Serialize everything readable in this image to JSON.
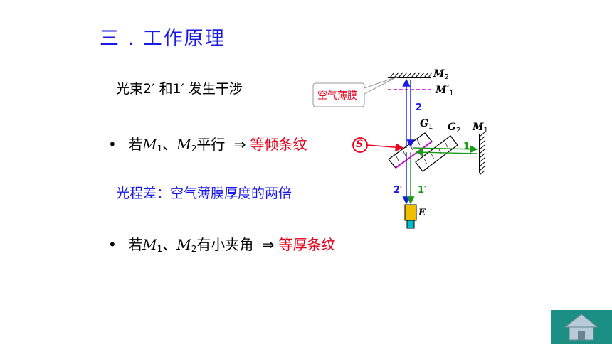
{
  "title": "三 .  工作原理",
  "line1": "光束2′ 和1′ 发生干涉",
  "bullet1": {
    "dot": "•",
    "prefix": "若",
    "m1": "M",
    "m1_sub": "1",
    "sep": "、",
    "m2": "M",
    "m2_sub": "2",
    "condition": "平行",
    "arrow": "⇒",
    "result": "等倾条纹"
  },
  "opd": "光程差：空气薄膜厚度的两倍",
  "bullet2": {
    "dot": "•",
    "prefix": "若",
    "m1": "M",
    "m1_sub": "1",
    "sep": "、",
    "m2": "M",
    "m2_sub": "2",
    "condition": "有小夹角",
    "arrow": "⇒",
    "result": "等厚条纹"
  },
  "diagram": {
    "m2_label": "M",
    "m2_sub": "2",
    "m1p_label": "M′",
    "m1p_sub": "1",
    "film_label": "空气薄膜",
    "beam2": "2",
    "g1_label": "G",
    "g1_sub": "1",
    "g2_label": "G",
    "g2_sub": "2",
    "m1_label": "M",
    "m1_sub": "1",
    "source": "S",
    "beam1": "1",
    "beam2p": "2′",
    "beam1p": "1′",
    "detector": "E",
    "colors": {
      "red_beam": "#e8001c",
      "blue_beam": "#1a1ae6",
      "green_beam": "#1a9a1a",
      "magenta": "#d000d0",
      "detector": "#f0c000",
      "lens": "#00c0d0"
    }
  },
  "home_button": {
    "icon": "home-icon"
  }
}
